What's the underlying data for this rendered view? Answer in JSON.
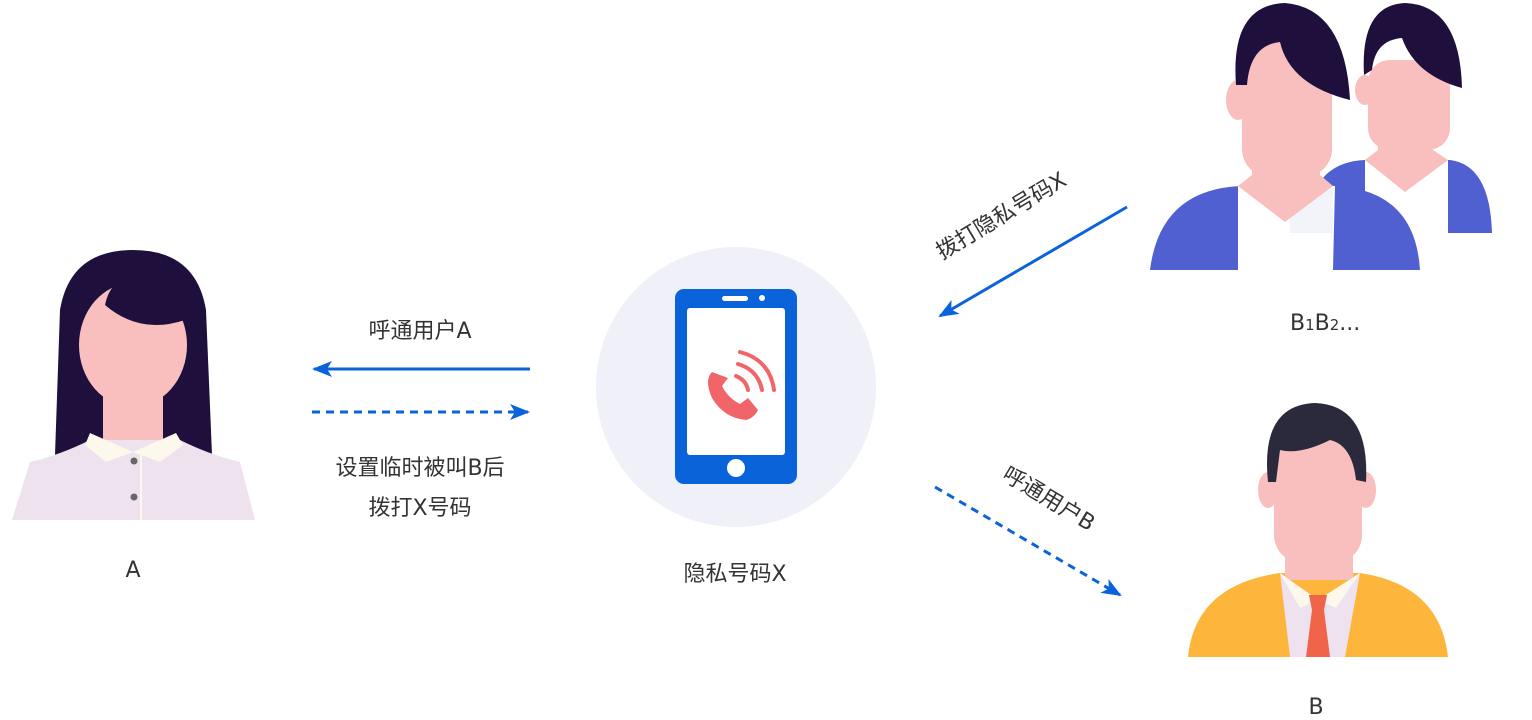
{
  "colors": {
    "arrow": "#0a63d8",
    "circle": "#eff0f8",
    "phone": "#0a63d8",
    "call_icon": "#f0646a",
    "hair": "#1e0f3c",
    "skin": "#f9bfbe",
    "blue_shirt": "#5060d0",
    "yellow_jacket": "#fdb53c",
    "tie": "#f0644a"
  },
  "center": {
    "label": "隐私号码X",
    "icon": "phone-call-icon"
  },
  "user_a": {
    "label": "A"
  },
  "users_b_group": {
    "label_b1": "B",
    "label_sub1": "1",
    "label_b2": "B",
    "label_sub2": "2",
    "label_ellipsis": "..."
  },
  "user_b": {
    "label": "B"
  },
  "arrows": {
    "call_a": "呼通用户A",
    "setup_line1": "设置临时被叫B后",
    "setup_line2": "拨打X号码",
    "dial_x": "拨打隐私号码X",
    "call_b": "呼通用户B"
  }
}
